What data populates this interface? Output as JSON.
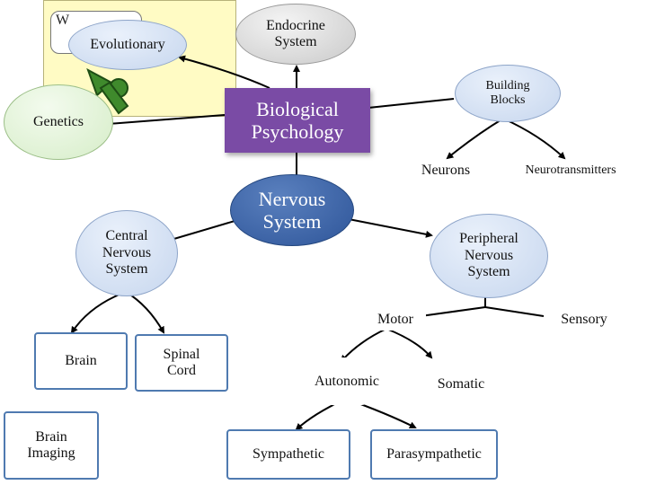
{
  "colors": {
    "connector": "#000000",
    "panel_background": "#fffbc4",
    "central_node": "#7a4ba5",
    "nervous_system_node": "#2e5599"
  },
  "panel": {
    "partial_text": "W"
  },
  "nodes": {
    "evolutionary": "Evolutionary",
    "endocrine": "Endocrine\nSystem",
    "genetics": "Genetics",
    "biological_psychology": "Biological\nPsychology",
    "building_blocks": "Building\nBlocks",
    "neurons": "Neurons",
    "neurotransmitters": "Neurotransmitters",
    "nervous_system": "Nervous\nSystem",
    "central_nervous_system": "Central\nNervous\nSystem",
    "peripheral_nervous_system": "Peripheral\nNervous\nSystem",
    "motor": "Motor",
    "sensory": "Sensory",
    "brain": "Brain",
    "spinal_cord": "Spinal\nCord",
    "autonomic": "Autonomic",
    "somatic": "Somatic",
    "brain_imaging": "Brain\nImaging",
    "sympathetic": "Sympathetic",
    "parasympathetic": "Parasympathetic"
  },
  "icons": {
    "figure": "green-figure-icon"
  }
}
